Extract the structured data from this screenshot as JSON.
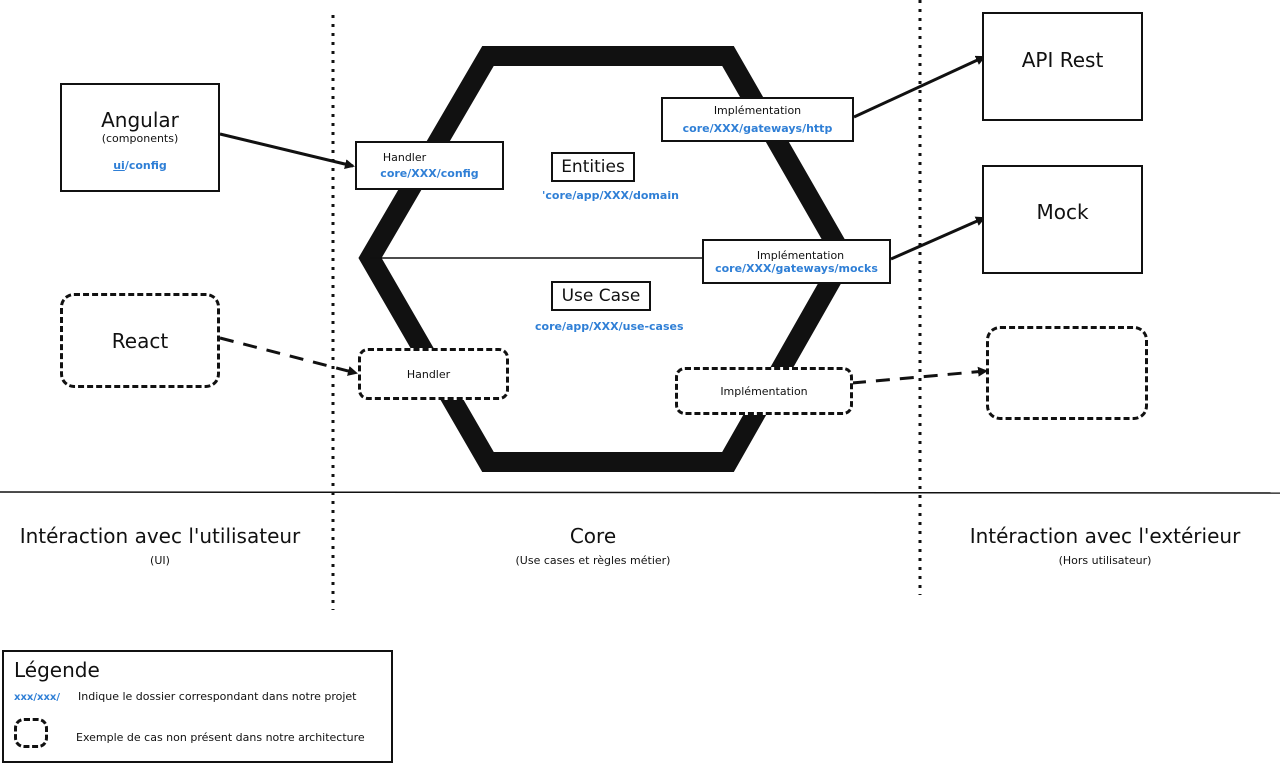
{
  "colors": {
    "path_blue": "#2f7fd6",
    "stroke": "#111111"
  },
  "left_components": {
    "angular": {
      "title": "Angular",
      "subtitle": "(components)",
      "path_prefix": "ui",
      "path_suffix": "/config"
    },
    "react": {
      "title": "React"
    }
  },
  "core": {
    "entities": {
      "label": "Entities",
      "path": "'core/app/XXX/domain"
    },
    "use_case": {
      "label": "Use Case",
      "path": "core/app/XXX/use-cases"
    },
    "handler_top": {
      "label": "Handler",
      "path": "core/XXX/config"
    },
    "handler_bottom": {
      "label": "Handler"
    },
    "impl_http": {
      "label": "Implémentation",
      "path": "core/XXX/gateways/http"
    },
    "impl_mocks": {
      "label": "Implémentation",
      "path": "core/XXX/gateways/mocks"
    },
    "impl_dashed": {
      "label": "Implémentation"
    }
  },
  "external": {
    "api": {
      "title": "API Rest"
    },
    "mock": {
      "title": "Mock"
    }
  },
  "columns": [
    {
      "title": "Intéraction avec l'utilisateur",
      "subtitle": "(UI)"
    },
    {
      "title": "Core",
      "subtitle": "(Use cases et règles métier)"
    },
    {
      "title": "Intéraction avec l'extérieur",
      "subtitle": "(Hors utilisateur)"
    }
  ],
  "legend": {
    "title": "Légende",
    "path_example": "xxx/xxx/",
    "path_text": "Indique le dossier correspondant dans notre projet",
    "dashed_text": "Exemple de cas non présent dans notre architecture"
  }
}
